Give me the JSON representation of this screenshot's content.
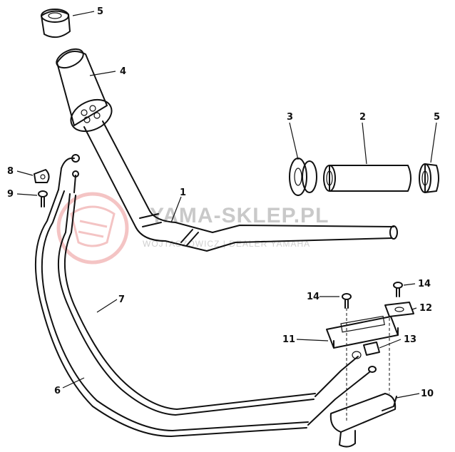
{
  "watermark": {
    "main": "YAMA-SKLEP.PL",
    "sub": "WOJTASZOWICZ | DEALER YAMAHA"
  },
  "callouts": [
    {
      "id": "1",
      "label": "1"
    },
    {
      "id": "2",
      "label": "2"
    },
    {
      "id": "3",
      "label": "3"
    },
    {
      "id": "4",
      "label": "4"
    },
    {
      "id": "5a",
      "label": "5"
    },
    {
      "id": "5b",
      "label": "5"
    },
    {
      "id": "6",
      "label": "6"
    },
    {
      "id": "7",
      "label": "7"
    },
    {
      "id": "8",
      "label": "8"
    },
    {
      "id": "9",
      "label": "9"
    },
    {
      "id": "10",
      "label": "10"
    },
    {
      "id": "11",
      "label": "11"
    },
    {
      "id": "12",
      "label": "12"
    },
    {
      "id": "13",
      "label": "13"
    },
    {
      "id": "14a",
      "label": "14"
    },
    {
      "id": "14b",
      "label": "14"
    }
  ]
}
